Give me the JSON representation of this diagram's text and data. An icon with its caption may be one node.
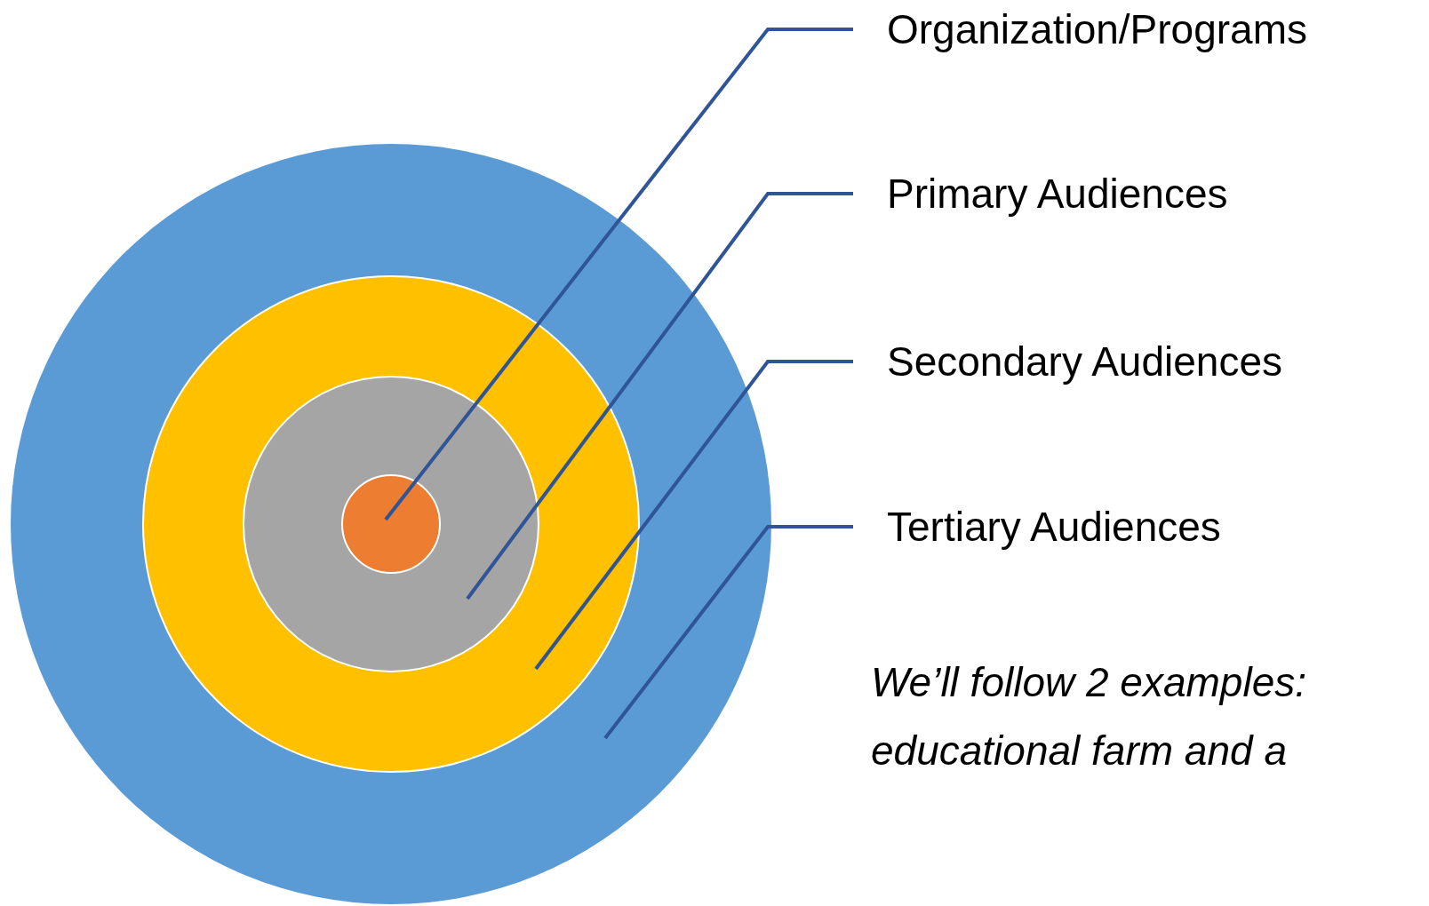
{
  "diagram": {
    "nodes": [
      {
        "text": [],
        "shape": "circle"
      },
      {
        "text": [],
        "shape": "circle",
        "in": 0
      },
      {
        "text": [],
        "shape": "circle",
        "in": 1
      },
      {
        "text": [],
        "shape": "circle",
        "in": 2
      },
      {
        "text": [
          "Organization/Programs"
        ]
      },
      {
        "text": [
          "Primary Audiences"
        ]
      },
      {
        "text": [
          "Secondary Audiences"
        ]
      },
      {
        "text": [
          "Tertiary Audiences"
        ]
      }
    ],
    "edges": [
      {
        "from": 4,
        "to": 3,
        "arrow": "none"
      },
      {
        "from": 5,
        "to": 2,
        "arrow": "none"
      },
      {
        "from": 6,
        "to": 1,
        "arrow": "none"
      },
      {
        "from": 7,
        "to": 0,
        "arrow": "none"
      }
    ],
    "labels": [
      "We’ll follow 2 examples: educational farm and a"
    ]
  }
}
